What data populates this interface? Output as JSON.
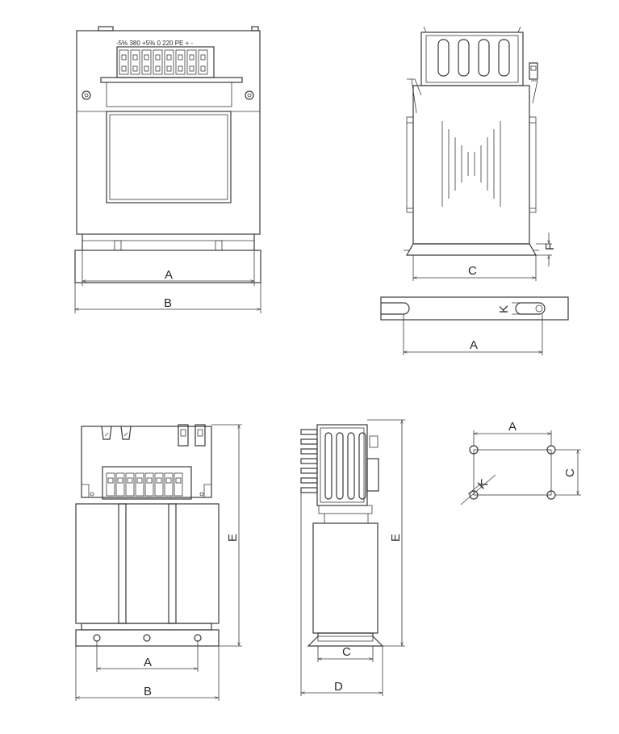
{
  "terminal_labels": "-5% 380 +5% 0 220 PE  +  -",
  "dimensions": {
    "A": "A",
    "B": "B",
    "C": "C",
    "D": "D",
    "E": "E",
    "F": "F",
    "K": "K"
  }
}
